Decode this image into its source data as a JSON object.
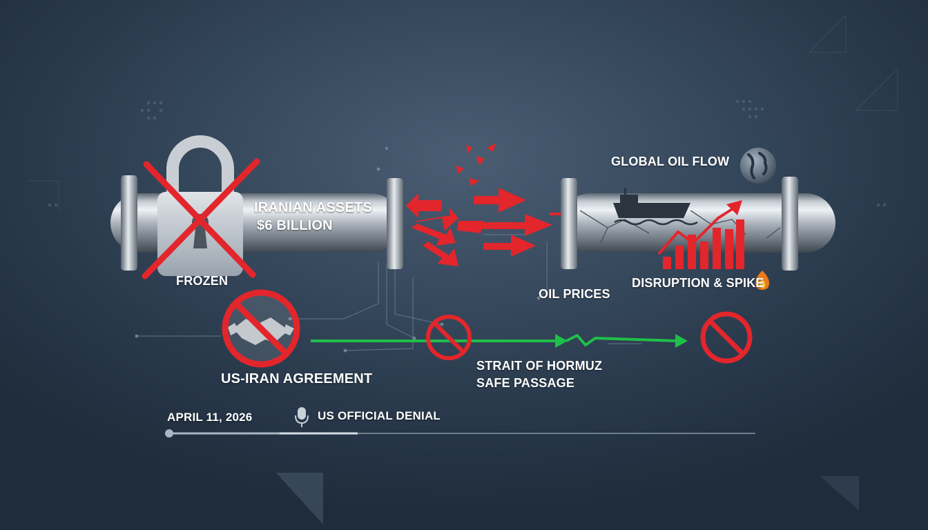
{
  "labels": {
    "iranian_assets": "IRANIAN ASSETS",
    "amount": "$6 BILLION",
    "frozen": "FROZEN",
    "global_oil_flow": "GLOBAL OIL FLOW",
    "disruption": "DISRUPTION & SPIKE",
    "oil_prices": "OIL PRICES",
    "agreement": "US-IRAN AGREEMENT",
    "strait_line1": "STRAIT OF HORMUZ",
    "strait_line2": "SAFE PASSAGE",
    "date": "APRIL 11, 2026",
    "denial": "US OFFICIAL DENIAL"
  },
  "timeline": {
    "progress": 0.32
  },
  "icons": [
    "padlock-icon",
    "handshake-icon",
    "prohibited-icon",
    "oil-tanker-icon",
    "globe-icon",
    "fire-icon",
    "microphone-icon",
    "bar-chart-icon"
  ],
  "colors": {
    "accent_red": "#e2262c",
    "flow_green": "#1fbf4a",
    "pipe_steel": "#9aa3ad"
  }
}
